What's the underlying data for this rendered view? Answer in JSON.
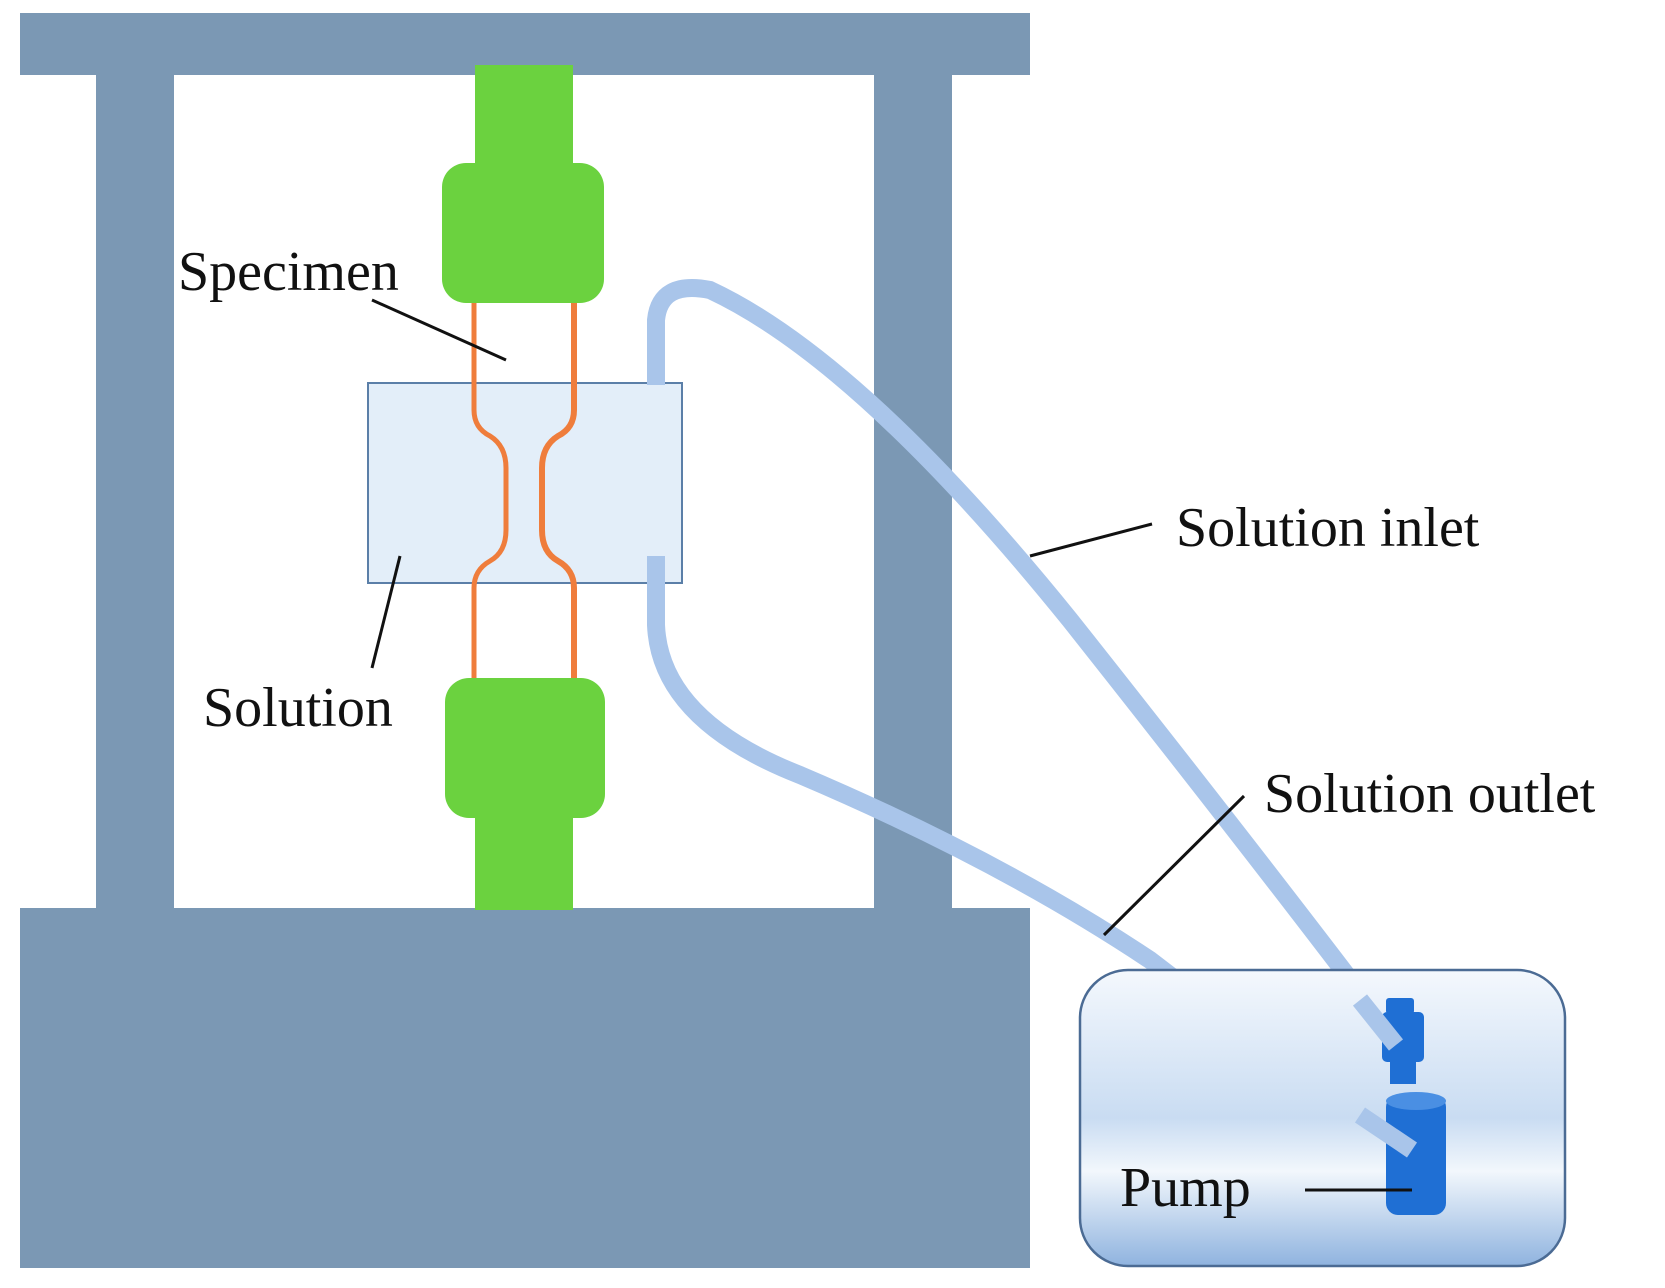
{
  "labels": {
    "specimen": "Specimen",
    "solution": "Solution",
    "solution_inlet": "Solution inlet",
    "solution_outlet": "Solution outlet",
    "pump": "Pump"
  },
  "colors": {
    "frame": "#7b98b4",
    "grip": "#6bd23f",
    "specimen": "#ef7d3c",
    "solution_fill": "#e3eef9",
    "solution_border": "#5b7fa8",
    "tube": "#a9c5ea",
    "reservoir_light": "#f4f8fd",
    "reservoir_dark": "#8fb3df",
    "reservoir_border": "#4b6b94",
    "pump": "#1f6fd4",
    "text": "#111111"
  },
  "icons": [
    "test-frame",
    "upper-grip",
    "lower-grip",
    "specimen",
    "solution-cell",
    "inlet-tube",
    "outlet-tube",
    "reservoir",
    "pump"
  ]
}
